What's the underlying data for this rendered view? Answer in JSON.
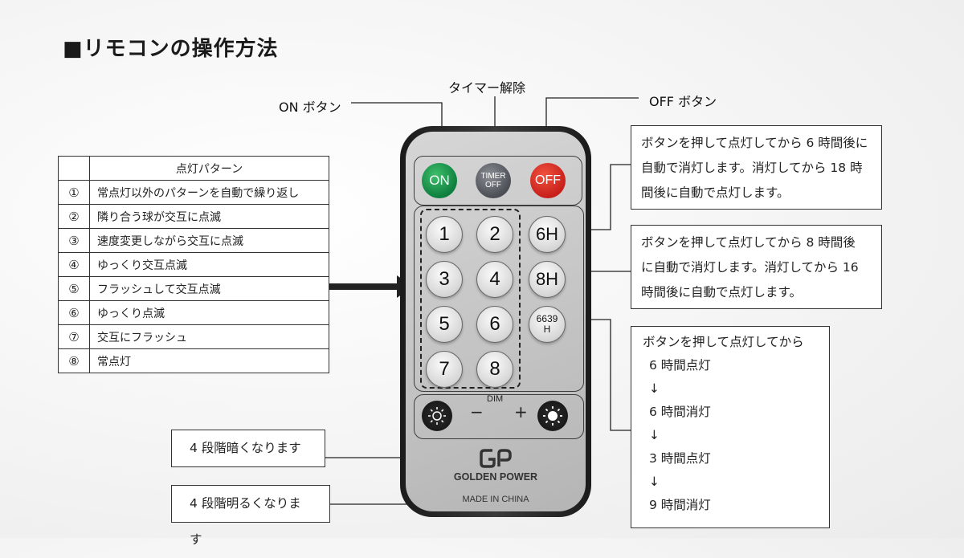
{
  "title": "■リモコンの操作方法",
  "labels": {
    "on_button": "ON ボタン",
    "timer_release": "タイマー解除",
    "off_button": "OFF ボタン"
  },
  "pattern_table": {
    "header": "点灯パターン",
    "rows": [
      {
        "num": "①",
        "text": "常点灯以外のパターンを自動で繰り返し"
      },
      {
        "num": "②",
        "text": "隣り合う球が交互に点滅"
      },
      {
        "num": "③",
        "text": "速度変更しながら交互に点滅"
      },
      {
        "num": "④",
        "text": "ゆっくり交互点滅"
      },
      {
        "num": "⑤",
        "text": "フラッシュして交互点滅"
      },
      {
        "num": "⑥",
        "text": "ゆっくり点滅"
      },
      {
        "num": "⑦",
        "text": "交互にフラッシュ"
      },
      {
        "num": "⑧",
        "text": "常点灯"
      }
    ]
  },
  "info": {
    "six_h": [
      "ボタンを押して点灯してから 6 時間後に",
      "自動で消灯します。消灯してから 18 時",
      "間後に自動で点灯します。"
    ],
    "eight_h": [
      "ボタンを押して点灯してから 8 時間後",
      "に自動で消灯します。消灯してから 16",
      "時間後に自動で点灯します。"
    ],
    "cycle": [
      "ボタンを押して点灯してから",
      "6 時間点灯",
      "↓",
      "6 時間消灯",
      "↓",
      "3 時間点灯",
      "↓",
      "9 時間消灯"
    ]
  },
  "dim_notes": {
    "darker": "4 段階暗くなります",
    "brighter": "4 段階明るくなります"
  },
  "remote": {
    "on": "ON",
    "timer_line1": "TIMER",
    "timer_line2": "OFF",
    "off": "OFF",
    "numbers": [
      "1",
      "2",
      "3",
      "4",
      "5",
      "6",
      "7",
      "8"
    ],
    "h6": "6H",
    "h8": "8H",
    "h6639_line1": "6639",
    "h6639_line2": "H",
    "dim": "DIM",
    "minus": "−",
    "plus": "+",
    "brand": "GOLDEN POWER",
    "made_in": "MADE IN CHINA"
  },
  "colors": {
    "on_button": "#1e9a50",
    "timer_button": "#5a5e64",
    "off_button": "#d92b22",
    "remote_body": "#c8c8c8",
    "remote_frame": "#222222"
  },
  "icons": {
    "dim_down": "sun-small-icon",
    "dim_up": "sun-large-icon",
    "logo": "gp-logo-icon"
  }
}
